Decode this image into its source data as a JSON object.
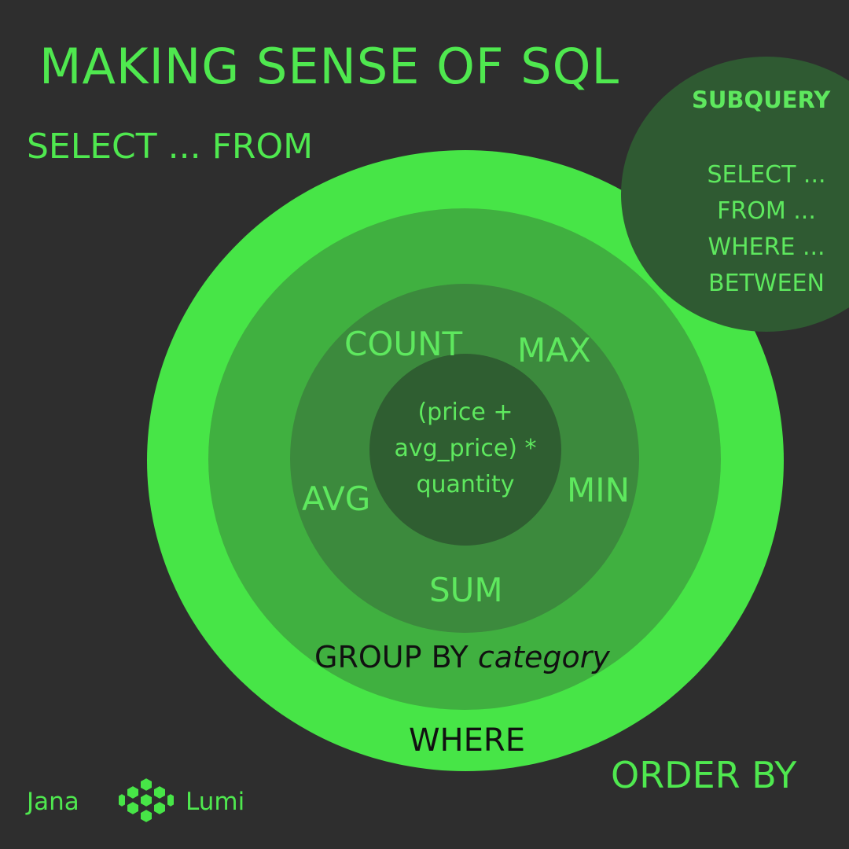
{
  "colors": {
    "background": "#2e2e2e",
    "accent": "#4fe84f",
    "ring_where": "#47e547",
    "ring_group": "#40b040",
    "ring_aggregates": "#3c8a3d",
    "ring_core": "#2f5e31",
    "subquery_bubble": "#2f5a32"
  },
  "header": {
    "title": "MAKING SENSE OF SQL",
    "select_from": "SELECT ... FROM"
  },
  "core": {
    "expression_lines": [
      "(price +",
      "avg_price) *",
      "quantity"
    ]
  },
  "aggregates": {
    "count": "COUNT",
    "max": "MAX",
    "avg": "AVG",
    "min": "MIN",
    "sum": "SUM"
  },
  "group_by": {
    "keyword": "GROUP BY",
    "argument": "category"
  },
  "where_label": "WHERE",
  "order_by": "ORDER BY",
  "subquery": {
    "title": "SUBQUERY",
    "lines": [
      "SELECT ...",
      "FROM ...",
      "WHERE ...",
      "BETWEEN"
    ]
  },
  "brand": {
    "left": "Jana",
    "right": "Lumi",
    "icon": "honeycomb-flower-icon"
  }
}
